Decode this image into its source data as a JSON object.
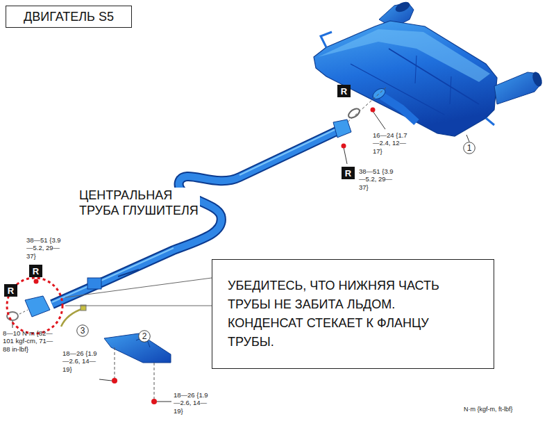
{
  "diagram": {
    "nodes": [
      {
        "text": [
          "ДВИГАТЕЛЬ S5"
        ]
      },
      {
        "text": [
          "R"
        ]
      },
      {
        "text": [
          "1"
        ]
      },
      {
        "text": [
          "R"
        ]
      },
      {
        "text": [
          "R"
        ]
      },
      {
        "text": [
          "R"
        ]
      },
      {
        "text": [
          "УБЕДИТЕСЬ, ЧТО НИЖНЯЯ ЧАСТЬ ТРУБЫ НЕ ЗАБИТА ЛЬДОМ. КОНДЕНСАТ СТЕКАЕТ К ФЛАНЦУ ТРУБЫ."
        ]
      },
      {
        "text": [
          "3"
        ]
      },
      {
        "text": [
          "2"
        ]
      }
    ],
    "labels": [
      "16—24 {1.7—2.4, 12—17}",
      "38—51 {3.9—5.2, 29—37}",
      "ЦЕНТРАЛЬНАЯ ТРУБА ГЛУШИТЕЛЯ",
      "38—51 {3.9—5.2, 29—37}",
      "8—10 N·m {82—101 kgf-cm, 71—88 in-lbf}",
      "18—26 {1.9—2.6, 14—19}",
      "18—26 {1.9—2.6, 14—19}",
      "N·m {kgf-m, ft-lbf}"
    ]
  }
}
